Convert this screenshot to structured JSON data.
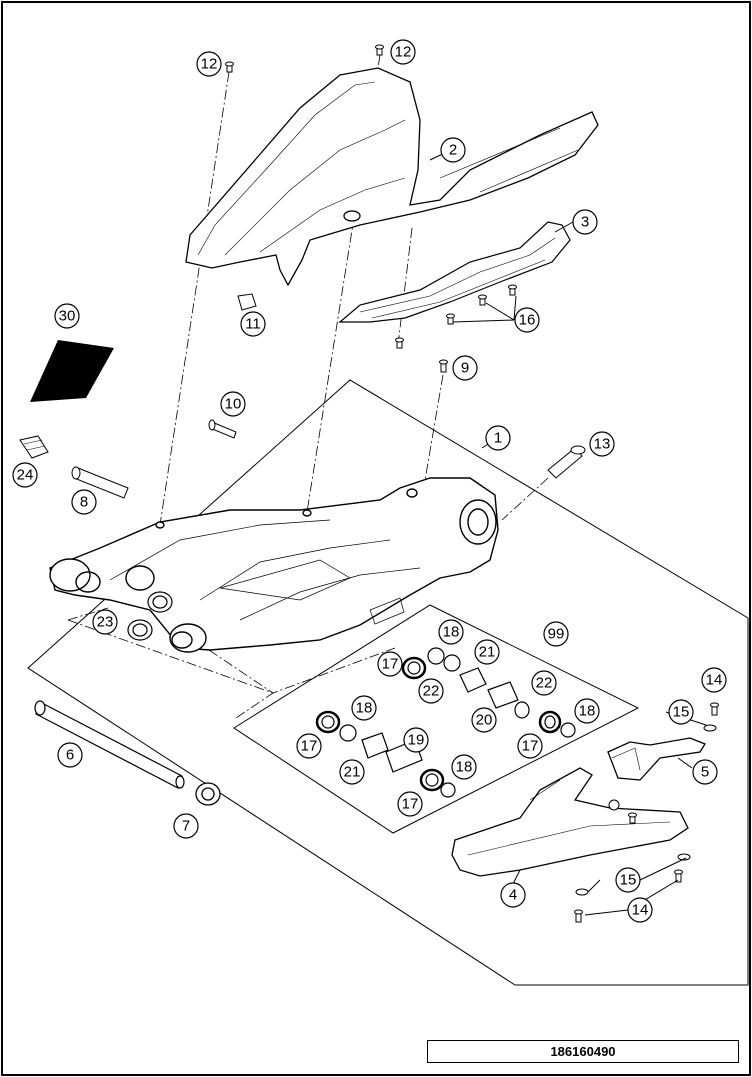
{
  "diagram_code": "186160490",
  "labels": {
    "n1": "1",
    "n2": "2",
    "n3": "3",
    "n4": "4",
    "n5": "5",
    "n6": "6",
    "n7": "7",
    "n8": "8",
    "n9": "9",
    "n10": "10",
    "n11": "11",
    "n12a": "12",
    "n12b": "12",
    "n13": "13",
    "n14a": "14",
    "n14b": "14",
    "n15a": "15",
    "n15b": "15",
    "n16": "16",
    "n17a": "17",
    "n17b": "17",
    "n17c": "17",
    "n17d": "17",
    "n18a": "18",
    "n18b": "18",
    "n18c": "18",
    "n18d": "18",
    "n19": "19",
    "n20": "20",
    "n21a": "21",
    "n21b": "21",
    "n22a": "22",
    "n22b": "22",
    "n23": "23",
    "n24": "24",
    "n30": "30",
    "n99": "99"
  }
}
